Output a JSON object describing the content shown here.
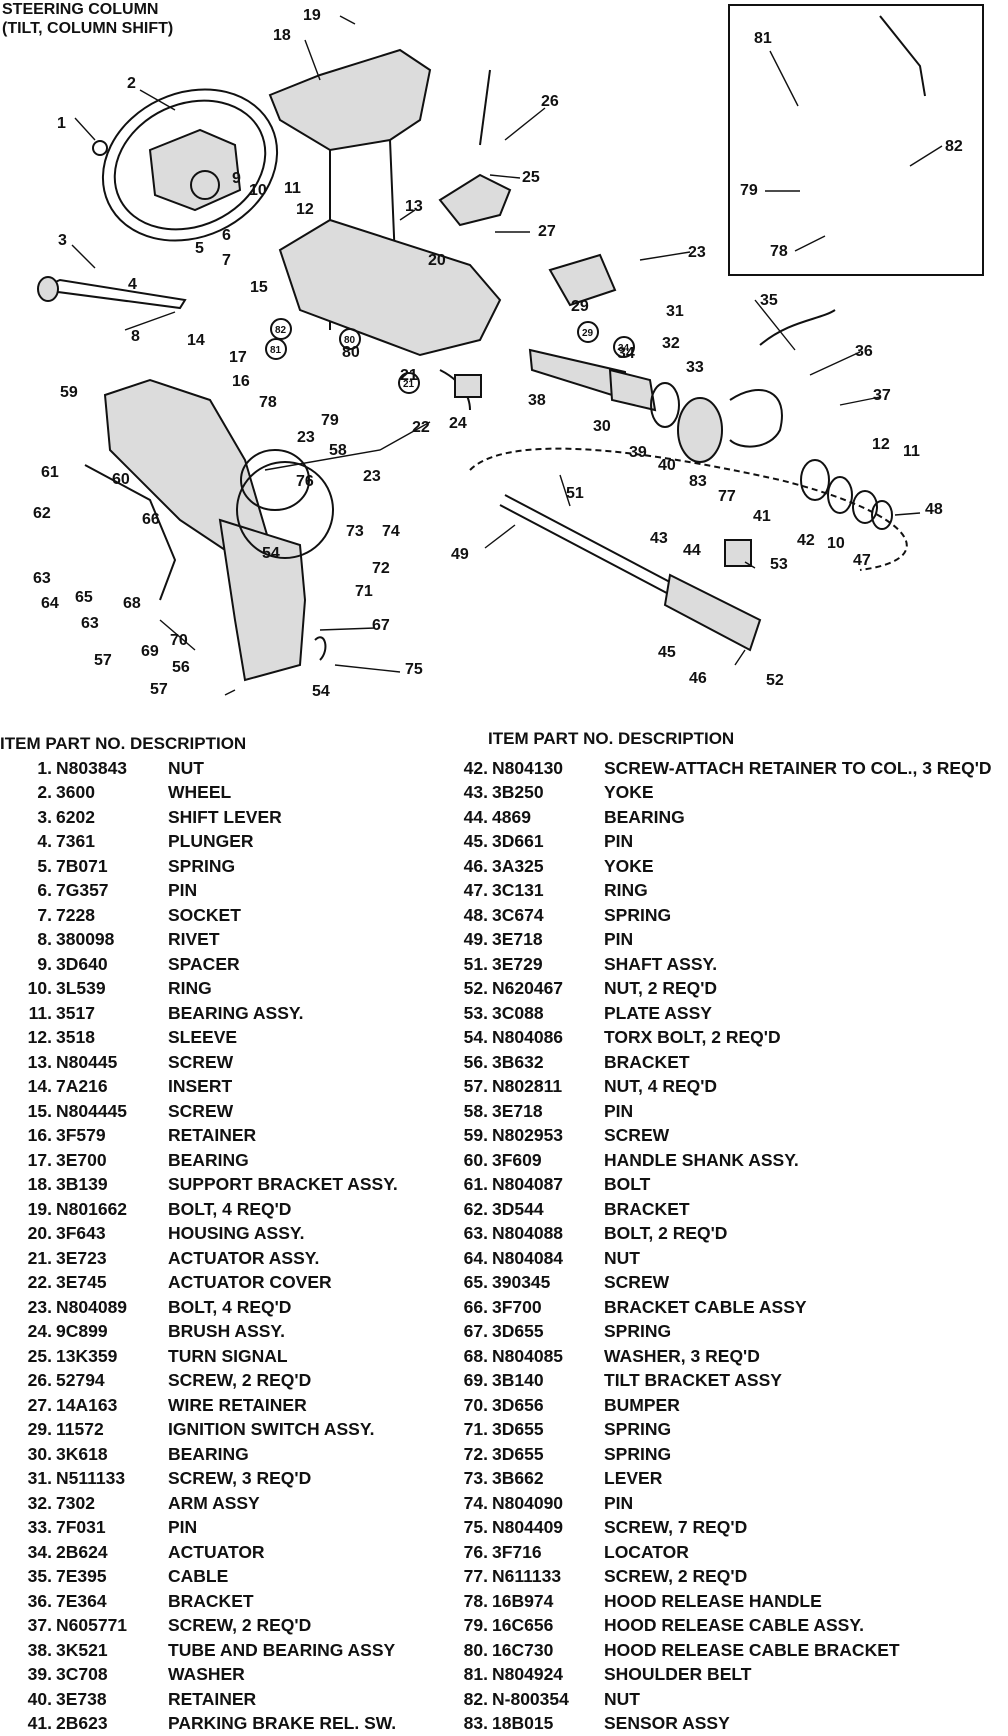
{
  "title": {
    "line1": "STEERING COLUMN",
    "line2": "(TILT, COLUMN SHIFT)"
  },
  "diagram_labels": {
    "main": [
      "19",
      "18",
      "2",
      "1",
      "26",
      "25",
      "9",
      "10",
      "11",
      "12",
      "13",
      "27",
      "3",
      "5",
      "6",
      "7",
      "4",
      "15",
      "20",
      "23",
      "8",
      "14",
      "17",
      "16",
      "78",
      "79",
      "23",
      "58",
      "24",
      "22",
      "21",
      "81",
      "82",
      "80",
      "29",
      "31",
      "35",
      "36",
      "37",
      "34",
      "32",
      "33",
      "38",
      "30",
      "39",
      "40",
      "83",
      "77",
      "12",
      "11",
      "48",
      "41",
      "42",
      "10",
      "47",
      "59",
      "61",
      "60",
      "62",
      "66",
      "76",
      "73",
      "74",
      "72",
      "71",
      "54",
      "63",
      "64",
      "65",
      "68",
      "63",
      "57",
      "69",
      "70",
      "67",
      "56",
      "75",
      "57",
      "54",
      "51",
      "49",
      "43",
      "44",
      "53",
      "45",
      "46",
      "52",
      "23"
    ],
    "inset": [
      "81",
      "82",
      "79",
      "78"
    ],
    "circled": [
      "82",
      "81",
      "80",
      "21",
      "34",
      "29"
    ]
  },
  "table": {
    "headers": {
      "left": "ITEM  PART NO.   DESCRIPTION",
      "right": "ITEM PART NO.  DESCRIPTION"
    },
    "left_rows": [
      {
        "item": "1.",
        "part": "N803843",
        "desc": "NUT"
      },
      {
        "item": "2.",
        "part": "3600",
        "desc": "WHEEL"
      },
      {
        "item": "3.",
        "part": "6202",
        "desc": "SHIFT LEVER"
      },
      {
        "item": "4.",
        "part": "7361",
        "desc": "PLUNGER"
      },
      {
        "item": "5.",
        "part": "7B071",
        "desc": "SPRING"
      },
      {
        "item": "6.",
        "part": "7G357",
        "desc": "PIN"
      },
      {
        "item": "7.",
        "part": "7228",
        "desc": "SOCKET"
      },
      {
        "item": "8.",
        "part": "380098",
        "desc": "RIVET"
      },
      {
        "item": "9.",
        "part": "3D640",
        "desc": "SPACER"
      },
      {
        "item": "10.",
        "part": "3L539",
        "desc": "RING"
      },
      {
        "item": "11.",
        "part": "3517",
        "desc": "BEARING ASSY."
      },
      {
        "item": "12.",
        "part": "3518",
        "desc": "SLEEVE"
      },
      {
        "item": "13.",
        "part": "N80445",
        "desc": "SCREW"
      },
      {
        "item": "14.",
        "part": "7A216",
        "desc": "INSERT"
      },
      {
        "item": "15.",
        "part": "N804445",
        "desc": "SCREW"
      },
      {
        "item": "16.",
        "part": "3F579",
        "desc": "RETAINER"
      },
      {
        "item": "17.",
        "part": "3E700",
        "desc": "BEARING"
      },
      {
        "item": "18.",
        "part": "3B139",
        "desc": "SUPPORT BRACKET ASSY."
      },
      {
        "item": "19.",
        "part": "N801662",
        "desc": "BOLT, 4 REQ'D"
      },
      {
        "item": "20.",
        "part": "3F643",
        "desc": "HOUSING ASSY."
      },
      {
        "item": "21.",
        "part": "3E723",
        "desc": "ACTUATOR ASSY."
      },
      {
        "item": "22.",
        "part": "3E745",
        "desc": "ACTUATOR COVER"
      },
      {
        "item": "23.",
        "part": "N804089",
        "desc": "BOLT, 4 REQ'D"
      },
      {
        "item": "24.",
        "part": "9C899",
        "desc": "BRUSH ASSY."
      },
      {
        "item": "25.",
        "part": "13K359",
        "desc": "TURN SIGNAL"
      },
      {
        "item": "26.",
        "part": "52794",
        "desc": "SCREW, 2 REQ'D"
      },
      {
        "item": "27.",
        "part": "14A163",
        "desc": "WIRE RETAINER"
      },
      {
        "item": "29.",
        "part": "11572",
        "desc": "IGNITION SWITCH ASSY."
      },
      {
        "item": "30.",
        "part": "3K618",
        "desc": "BEARING"
      },
      {
        "item": "31.",
        "part": "N511133",
        "desc": "SCREW, 3 REQ'D"
      },
      {
        "item": "32.",
        "part": "7302",
        "desc": "ARM ASSY"
      },
      {
        "item": "33.",
        "part": "7F031",
        "desc": "PIN"
      },
      {
        "item": "34.",
        "part": "2B624",
        "desc": "ACTUATOR"
      },
      {
        "item": "35.",
        "part": "7E395",
        "desc": "CABLE"
      },
      {
        "item": "36.",
        "part": "7E364",
        "desc": "BRACKET"
      },
      {
        "item": "37.",
        "part": "N605771",
        "desc": "SCREW, 2 REQ'D"
      },
      {
        "item": "38.",
        "part": "3K521",
        "desc": "TUBE AND BEARING ASSY"
      },
      {
        "item": "39.",
        "part": "3C708",
        "desc": "WASHER"
      },
      {
        "item": "40.",
        "part": "3E738",
        "desc": "RETAINER"
      },
      {
        "item": "41.",
        "part": "2B623",
        "desc": "PARKING BRAKE REL. SW."
      }
    ],
    "right_rows": [
      {
        "item": "42.",
        "part": "N804130",
        "desc": "SCREW-ATTACH RETAINER TO COL., 3 REQ'D"
      },
      {
        "item": "43.",
        "part": "3B250",
        "desc": "YOKE"
      },
      {
        "item": "44.",
        "part": "4869",
        "desc": "BEARING"
      },
      {
        "item": "45.",
        "part": "3D661",
        "desc": "PIN"
      },
      {
        "item": "46.",
        "part": "3A325",
        "desc": "YOKE"
      },
      {
        "item": "47.",
        "part": "3C131",
        "desc": "RING"
      },
      {
        "item": "48.",
        "part": "3C674",
        "desc": "SPRING"
      },
      {
        "item": "49.",
        "part": "3E718",
        "desc": "PIN"
      },
      {
        "item": "51.",
        "part": "3E729",
        "desc": "SHAFT ASSY."
      },
      {
        "item": "52.",
        "part": "N620467",
        "desc": "NUT, 2 REQ'D"
      },
      {
        "item": "53.",
        "part": "3C088",
        "desc": "PLATE ASSY"
      },
      {
        "item": "54.",
        "part": "N804086",
        "desc": "TORX BOLT, 2 REQ'D"
      },
      {
        "item": "56.",
        "part": "3B632",
        "desc": "BRACKET"
      },
      {
        "item": "57.",
        "part": "N802811",
        "desc": "NUT, 4 REQ'D"
      },
      {
        "item": "58.",
        "part": "3E718",
        "desc": "PIN"
      },
      {
        "item": "59.",
        "part": "N802953",
        "desc": "SCREW"
      },
      {
        "item": "60.",
        "part": "3F609",
        "desc": "HANDLE SHANK ASSY."
      },
      {
        "item": "61.",
        "part": "N804087",
        "desc": "BOLT"
      },
      {
        "item": "62.",
        "part": "3D544",
        "desc": "BRACKET"
      },
      {
        "item": "63.",
        "part": "N804088",
        "desc": "BOLT, 2 REQ'D"
      },
      {
        "item": "64.",
        "part": "N804084",
        "desc": "NUT"
      },
      {
        "item": "65.",
        "part": "390345",
        "desc": "SCREW"
      },
      {
        "item": "66.",
        "part": "3F700",
        "desc": "BRACKET CABLE ASSY"
      },
      {
        "item": "67.",
        "part": "3D655",
        "desc": "SPRING"
      },
      {
        "item": "68.",
        "part": "N804085",
        "desc": "WASHER, 3 REQ'D"
      },
      {
        "item": "69.",
        "part": "3B140",
        "desc": "TILT BRACKET ASSY"
      },
      {
        "item": "70.",
        "part": "3D656",
        "desc": "BUMPER"
      },
      {
        "item": "71.",
        "part": "3D655",
        "desc": "SPRING"
      },
      {
        "item": "72.",
        "part": "3D655",
        "desc": "SPRING"
      },
      {
        "item": "73.",
        "part": "3B662",
        "desc": "LEVER"
      },
      {
        "item": "74.",
        "part": "N804090",
        "desc": "PIN"
      },
      {
        "item": "75.",
        "part": "N804409",
        "desc": "SCREW, 7 REQ'D"
      },
      {
        "item": "76.",
        "part": "3F716",
        "desc": "LOCATOR"
      },
      {
        "item": "77.",
        "part": "N611133",
        "desc": "SCREW, 2 REQ'D"
      },
      {
        "item": "78.",
        "part": "16B974",
        "desc": "HOOD RELEASE HANDLE"
      },
      {
        "item": "79.",
        "part": "16C656",
        "desc": "HOOD RELEASE CABLE ASSY."
      },
      {
        "item": "80.",
        "part": "16C730",
        "desc": "HOOD RELEASE CABLE BRACKET"
      },
      {
        "item": "81.",
        "part": "N804924",
        "desc": "SHOULDER BELT"
      },
      {
        "item": "82.",
        "part": "N-800354",
        "desc": "NUT"
      },
      {
        "item": "83.",
        "part": "18B015",
        "desc": "SENSOR ASSY"
      }
    ]
  }
}
